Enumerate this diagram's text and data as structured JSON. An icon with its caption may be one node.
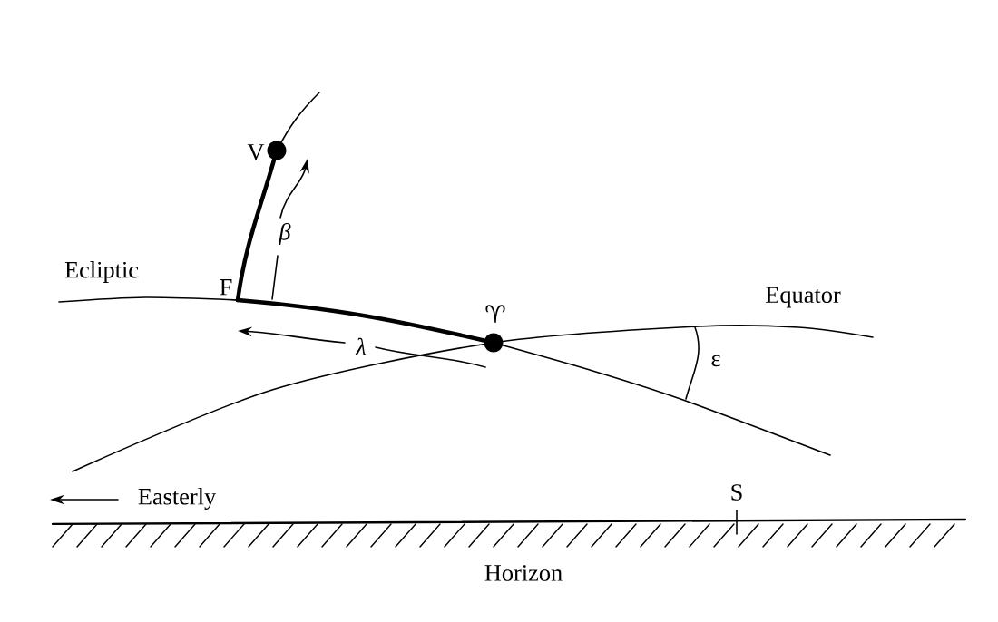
{
  "diagram": {
    "nodes": [
      {
        "text": [],
        "shape": "circle",
        "beside": [
          "V"
        ]
      },
      {
        "text": [
          "F"
        ]
      },
      {
        "text": [],
        "shape": "circle",
        "beside": [
          "♈"
        ]
      }
    ],
    "edges": [
      {
        "from": 0,
        "to": 1,
        "arrow": "none"
      },
      {
        "from": 1,
        "to": 2,
        "arrow": "none"
      }
    ],
    "labels": [
      "β",
      "Ecliptic",
      "Equator",
      "λ",
      "ε",
      "Easterly",
      "S",
      "Horizon"
    ]
  }
}
